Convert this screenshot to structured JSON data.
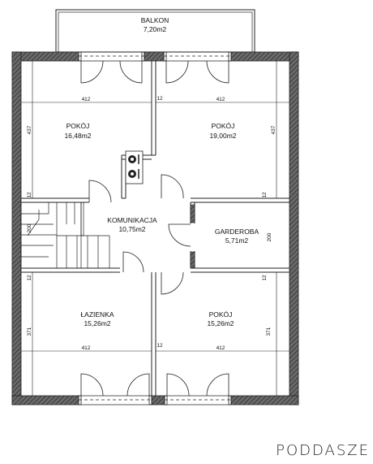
{
  "plan": {
    "title": "PODDASZE",
    "rooms": {
      "balkon": {
        "name": "BALKON",
        "area": "7,20m2"
      },
      "pokoj_nw": {
        "name": "POKÓJ",
        "area": "16,48m2"
      },
      "pokoj_ne": {
        "name": "POKÓJ",
        "area": "19,00m2"
      },
      "komunikacja": {
        "name": "KOMUNIKACJA",
        "area": "10,75m2"
      },
      "garderoba": {
        "name": "GARDEROBA",
        "area": "5,71m2"
      },
      "lazienka": {
        "name": "ŁAZIENKA",
        "area": "15,26m2"
      },
      "pokoj_se": {
        "name": "POKÓJ",
        "area": "15,26m2"
      }
    },
    "dimensions": {
      "top_left_width": "412",
      "top_right_width": "412",
      "bottom_left_width": "412",
      "bottom_right_width": "412",
      "wall_top_center": "12",
      "wall_bottom_center": "12",
      "left_top_height": "437",
      "right_top_height": "437",
      "left_wall_upper": "12",
      "right_wall_upper": "12",
      "stair_height": "200",
      "garderoba_height": "200",
      "left_wall_lower": "12",
      "right_wall_lower": "12",
      "left_bottom_height": "371",
      "right_bottom_height": "371"
    }
  }
}
